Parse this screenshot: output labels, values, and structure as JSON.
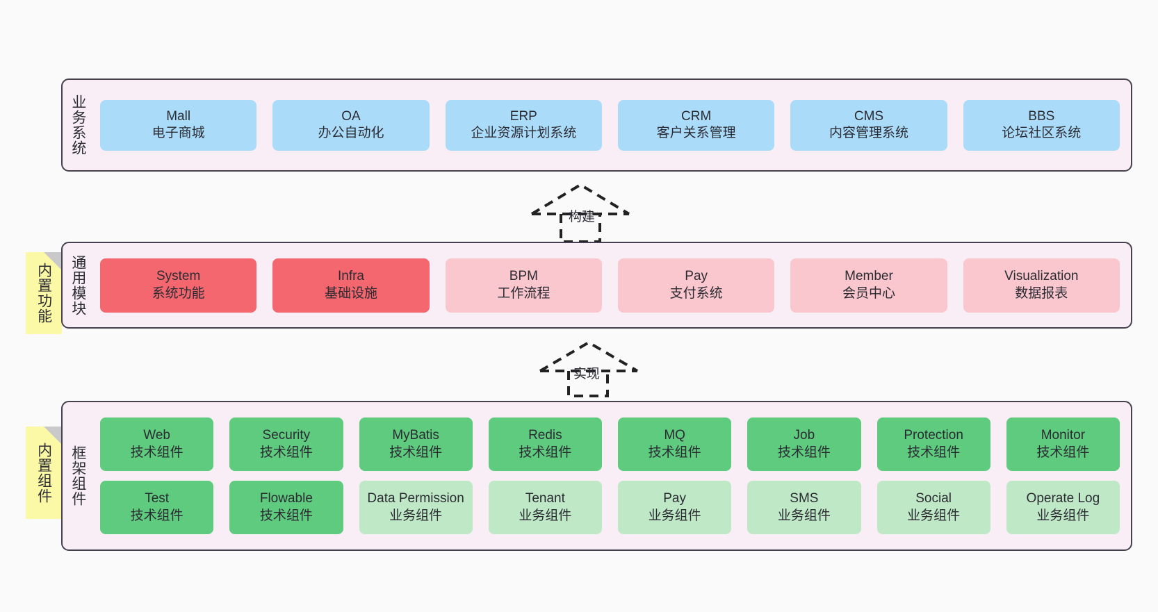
{
  "diagram": {
    "background_color": "#fafafa",
    "panel_background": "#f9edf6",
    "panel_border_color": "#46404f",
    "colors": {
      "blue": "#aadcfa",
      "red": "#f4676f",
      "pink": "#fbc7ce",
      "green": "#5fcb7e",
      "light_green": "#bfe9c6",
      "sticky_yellow": "#fbf8a6",
      "sticky_fold": "#c9c9c9"
    }
  },
  "layers": [
    {
      "id": "business-systems",
      "title": "业务系统",
      "rows": [
        [
          {
            "name": "Mall",
            "subtitle": "电子商城",
            "color": "blue"
          },
          {
            "name": "OA",
            "subtitle": "办公自动化",
            "color": "blue"
          },
          {
            "name": "ERP",
            "subtitle": "企业资源计划系统",
            "color": "blue"
          },
          {
            "name": "CRM",
            "subtitle": "客户关系管理",
            "color": "blue"
          },
          {
            "name": "CMS",
            "subtitle": "内容管理系统",
            "color": "blue"
          },
          {
            "name": "BBS",
            "subtitle": "论坛社区系统",
            "color": "blue"
          }
        ]
      ]
    },
    {
      "id": "common-modules",
      "title": "通用模块",
      "sticky": "内置功能",
      "rows": [
        [
          {
            "name": "System",
            "subtitle": "系统功能",
            "color": "red"
          },
          {
            "name": "Infra",
            "subtitle": "基础设施",
            "color": "red"
          },
          {
            "name": "BPM",
            "subtitle": "工作流程",
            "color": "pink"
          },
          {
            "name": "Pay",
            "subtitle": "支付系统",
            "color": "pink"
          },
          {
            "name": "Member",
            "subtitle": "会员中心",
            "color": "pink"
          },
          {
            "name": "Visualization",
            "subtitle": "数据报表",
            "color": "pink"
          }
        ]
      ]
    },
    {
      "id": "framework-components",
      "title": "框架组件",
      "sticky": "内置组件",
      "rows": [
        [
          {
            "name": "Web",
            "subtitle": "技术组件",
            "color": "green"
          },
          {
            "name": "Security",
            "subtitle": "技术组件",
            "color": "green"
          },
          {
            "name": "MyBatis",
            "subtitle": "技术组件",
            "color": "green"
          },
          {
            "name": "Redis",
            "subtitle": "技术组件",
            "color": "green"
          },
          {
            "name": "MQ",
            "subtitle": "技术组件",
            "color": "green"
          },
          {
            "name": "Job",
            "subtitle": "技术组件",
            "color": "green"
          },
          {
            "name": "Protection",
            "subtitle": "技术组件",
            "color": "green"
          },
          {
            "name": "Monitor",
            "subtitle": "技术组件",
            "color": "green"
          }
        ],
        [
          {
            "name": "Test",
            "subtitle": "技术组件",
            "color": "green"
          },
          {
            "name": "Flowable",
            "subtitle": "技术组件",
            "color": "green"
          },
          {
            "name": "Data Permission",
            "subtitle": "业务组件",
            "color": "light_green"
          },
          {
            "name": "Tenant",
            "subtitle": "业务组件",
            "color": "light_green"
          },
          {
            "name": "Pay",
            "subtitle": "业务组件",
            "color": "light_green"
          },
          {
            "name": "SMS",
            "subtitle": "业务组件",
            "color": "light_green"
          },
          {
            "name": "Social",
            "subtitle": "业务组件",
            "color": "light_green"
          },
          {
            "name": "Operate Log",
            "subtitle": "业务组件",
            "color": "light_green"
          }
        ]
      ]
    }
  ],
  "connectors": [
    {
      "id": "build",
      "label": "构建",
      "style": "dashed-hollow-triangle",
      "direction": "up"
    },
    {
      "id": "implement",
      "label": "实现",
      "style": "dashed-hollow-triangle",
      "direction": "up"
    }
  ]
}
